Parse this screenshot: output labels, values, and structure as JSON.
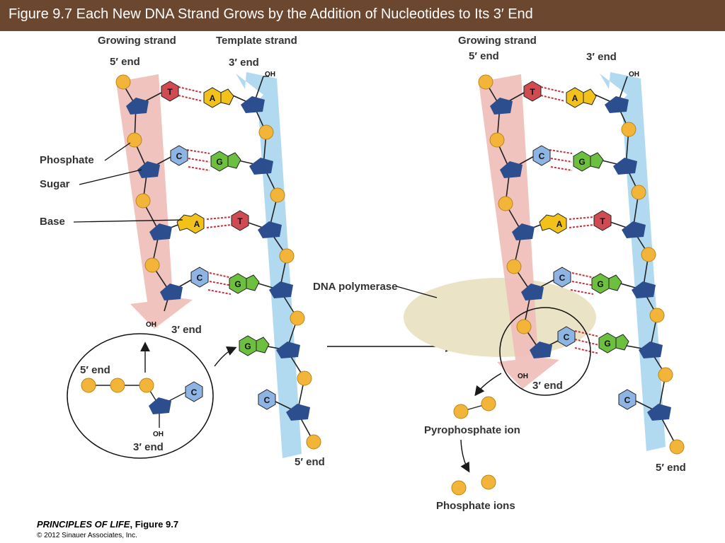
{
  "title": "Figure 9.7  Each New DNA Strand Grows by the Addition of Nucleotides to Its 3′ End",
  "labels": {
    "growing_strand": "Growing strand",
    "template_strand": "Template strand",
    "five_prime_end": "5′ end",
    "three_prime_end": "3′ end",
    "oh": "OH",
    "phosphate": "Phosphate",
    "sugar": "Sugar",
    "base": "Base",
    "dna_polymerase": "DNA polymerase",
    "pyrophosphate_ion": "Pyrophosphate ion",
    "phosphate_ions": "Phosphate ions"
  },
  "left_pairs": [
    {
      "growing": "T",
      "template": "A"
    },
    {
      "growing": "C",
      "template": "G"
    },
    {
      "growing": "A",
      "template": "T"
    },
    {
      "growing": "C",
      "template": "G"
    }
  ],
  "right_pairs": [
    {
      "growing": "T",
      "template": "A"
    },
    {
      "growing": "C",
      "template": "G"
    },
    {
      "growing": "A",
      "template": "T"
    },
    {
      "growing": "C",
      "template": "G"
    },
    {
      "growing": "C",
      "template": "G"
    }
  ],
  "template_unpaired": [
    "G",
    "C"
  ],
  "incoming_nucleotide_base": "C",
  "base_colors": {
    "A": "#f2c21b",
    "T": "#d04a52",
    "C": "#8db4e2",
    "G": "#6cbf3f"
  },
  "colors": {
    "title_bar": "#6b4730",
    "growing_arrow": "#f0bcb8",
    "template_arrow": "#a9d6f0",
    "sugar": "#2d4e8e",
    "phosphate": "#f2b53a",
    "hydrogen_bond": "#c8303c",
    "polymerase": "#eae3c5"
  },
  "footer": {
    "book": "PRINCIPLES OF LIFE",
    "figure": ", Figure 9.7",
    "copyright": "© 2012 Sinauer Associates, Inc."
  }
}
